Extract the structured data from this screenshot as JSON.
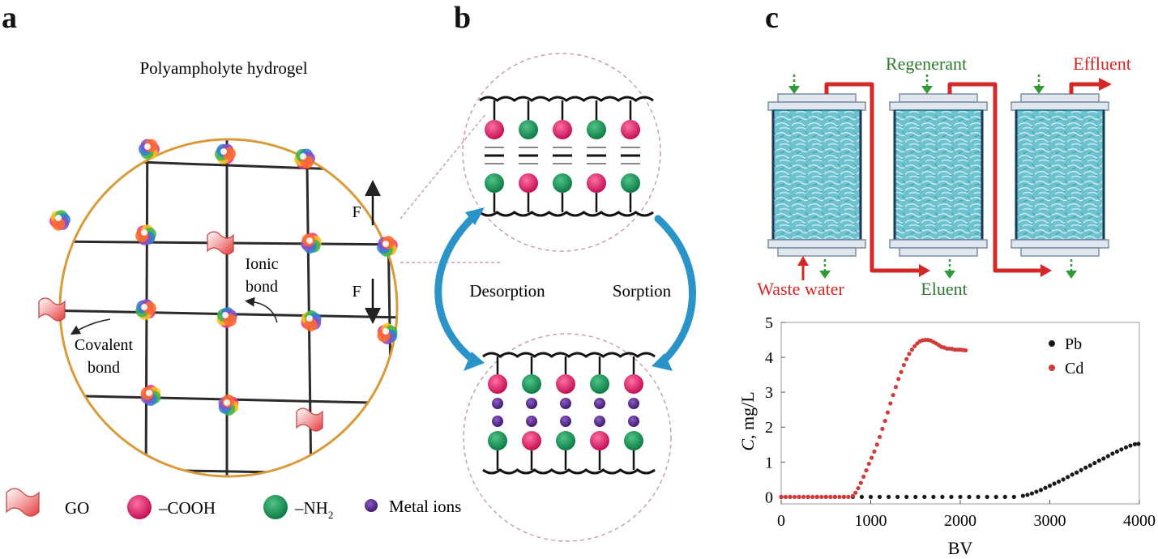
{
  "panels": {
    "a": {
      "letter": "a",
      "title": "Polyampholyte hydrogel",
      "labels": {
        "ionic_bond_line1": "Ionic",
        "ionic_bond_line2": "bond",
        "covalent_bond_line1": "Covalent",
        "covalent_bond_line2": "bond",
        "force_top": "F",
        "force_bottom": "F"
      },
      "legend": [
        {
          "key": "go",
          "label": "GO",
          "color": "#e8585a"
        },
        {
          "key": "cooh",
          "label": "–COOH",
          "color": "#d8115f"
        },
        {
          "key": "nh2",
          "label": "–NH",
          "subscript": "2",
          "color": "#16925a"
        },
        {
          "key": "metal",
          "label": "Metal ions",
          "color": "#5b2c8c"
        }
      ],
      "colors": {
        "circle_border": "#d99a3a",
        "grid": "#2b2b2b"
      }
    },
    "b": {
      "letter": "b",
      "labels": {
        "left_arrow": "Desorption",
        "right_arrow": "Sorption"
      },
      "top_circle": {
        "top_row": [
          "cooh",
          "nh2",
          "cooh",
          "nh2",
          "cooh"
        ],
        "bottom_row": [
          "nh2",
          "cooh",
          "nh2",
          "cooh",
          "nh2"
        ]
      },
      "bottom_circle": {
        "top_row": [
          "cooh",
          "nh2",
          "cooh",
          "nh2",
          "cooh"
        ],
        "bottom_row": [
          "nh2",
          "cooh",
          "nh2",
          "cooh",
          "nh2"
        ]
      },
      "colors": {
        "arrow": "#2a93c8",
        "dashed_circle": "#c9a3a0"
      }
    },
    "c": {
      "letter": "c",
      "labels": {
        "regenerant": "Regenerant",
        "effluent": "Effluent",
        "waste_water": "Waste water",
        "eluent": "Eluent"
      },
      "colors": {
        "red": "#d42727",
        "green": "#2f7a2f",
        "column": "#5fb6c4"
      }
    }
  },
  "chart_data": {
    "type": "scatter",
    "xlabel": "BV",
    "ylabel_italic": "C",
    "ylabel_rest": ", mg/L",
    "xlim": [
      0,
      4000
    ],
    "ylim": [
      -0.2,
      5
    ],
    "xticks": [
      0,
      1000,
      2000,
      3000,
      4000
    ],
    "yticks": [
      0,
      1,
      2,
      3,
      4,
      5
    ],
    "legend_position": "top-right",
    "series": [
      {
        "name": "Pb",
        "color": "#1a1a1a",
        "points": [
          [
            0,
            0
          ],
          [
            100,
            0
          ],
          [
            200,
            0
          ],
          [
            300,
            0
          ],
          [
            400,
            0
          ],
          [
            500,
            0
          ],
          [
            600,
            0
          ],
          [
            700,
            0
          ],
          [
            800,
            0
          ],
          [
            900,
            0
          ],
          [
            1000,
            0
          ],
          [
            1100,
            0
          ],
          [
            1200,
            0
          ],
          [
            1300,
            0
          ],
          [
            1400,
            0
          ],
          [
            1500,
            0
          ],
          [
            1600,
            0
          ],
          [
            1700,
            0
          ],
          [
            1800,
            0
          ],
          [
            1900,
            0
          ],
          [
            2000,
            0
          ],
          [
            2100,
            0
          ],
          [
            2200,
            0
          ],
          [
            2300,
            0
          ],
          [
            2400,
            0
          ],
          [
            2500,
            0
          ],
          [
            2600,
            0
          ],
          [
            2700,
            0.03
          ],
          [
            2750,
            0.06
          ],
          [
            2800,
            0.1
          ],
          [
            2850,
            0.15
          ],
          [
            2900,
            0.2
          ],
          [
            2950,
            0.26
          ],
          [
            3000,
            0.32
          ],
          [
            3050,
            0.38
          ],
          [
            3100,
            0.44
          ],
          [
            3150,
            0.5
          ],
          [
            3200,
            0.57
          ],
          [
            3250,
            0.64
          ],
          [
            3300,
            0.7
          ],
          [
            3350,
            0.77
          ],
          [
            3400,
            0.84
          ],
          [
            3450,
            0.9
          ],
          [
            3500,
            0.97
          ],
          [
            3550,
            1.04
          ],
          [
            3600,
            1.1
          ],
          [
            3650,
            1.17
          ],
          [
            3700,
            1.24
          ],
          [
            3750,
            1.3
          ],
          [
            3800,
            1.36
          ],
          [
            3850,
            1.42
          ],
          [
            3900,
            1.47
          ],
          [
            3950,
            1.51
          ],
          [
            3990,
            1.52
          ]
        ]
      },
      {
        "name": "Cd",
        "color": "#d23b3b",
        "points": [
          [
            0,
            0
          ],
          [
            50,
            0
          ],
          [
            100,
            0
          ],
          [
            150,
            0
          ],
          [
            200,
            0
          ],
          [
            250,
            0
          ],
          [
            300,
            0
          ],
          [
            350,
            0
          ],
          [
            400,
            0
          ],
          [
            450,
            0
          ],
          [
            500,
            0
          ],
          [
            550,
            0
          ],
          [
            600,
            0
          ],
          [
            650,
            0
          ],
          [
            700,
            0
          ],
          [
            750,
            0
          ],
          [
            800,
            0.03
          ],
          [
            830,
            0.12
          ],
          [
            860,
            0.25
          ],
          [
            890,
            0.4
          ],
          [
            920,
            0.58
          ],
          [
            950,
            0.76
          ],
          [
            980,
            0.95
          ],
          [
            1010,
            1.12
          ],
          [
            1040,
            1.3
          ],
          [
            1070,
            1.5
          ],
          [
            1100,
            1.72
          ],
          [
            1130,
            1.95
          ],
          [
            1160,
            2.18
          ],
          [
            1190,
            2.42
          ],
          [
            1220,
            2.68
          ],
          [
            1250,
            2.92
          ],
          [
            1280,
            3.15
          ],
          [
            1310,
            3.38
          ],
          [
            1340,
            3.58
          ],
          [
            1370,
            3.78
          ],
          [
            1400,
            3.95
          ],
          [
            1430,
            4.1
          ],
          [
            1460,
            4.22
          ],
          [
            1490,
            4.32
          ],
          [
            1520,
            4.4
          ],
          [
            1550,
            4.46
          ],
          [
            1580,
            4.49
          ],
          [
            1610,
            4.5
          ],
          [
            1640,
            4.5
          ],
          [
            1670,
            4.48
          ],
          [
            1700,
            4.44
          ],
          [
            1730,
            4.4
          ],
          [
            1760,
            4.35
          ],
          [
            1790,
            4.3
          ],
          [
            1820,
            4.28
          ],
          [
            1850,
            4.25
          ],
          [
            1880,
            4.25
          ],
          [
            1910,
            4.24
          ],
          [
            1940,
            4.22
          ],
          [
            1970,
            4.22
          ],
          [
            2000,
            4.22
          ],
          [
            2030,
            4.21
          ],
          [
            2060,
            4.2
          ]
        ]
      }
    ]
  }
}
